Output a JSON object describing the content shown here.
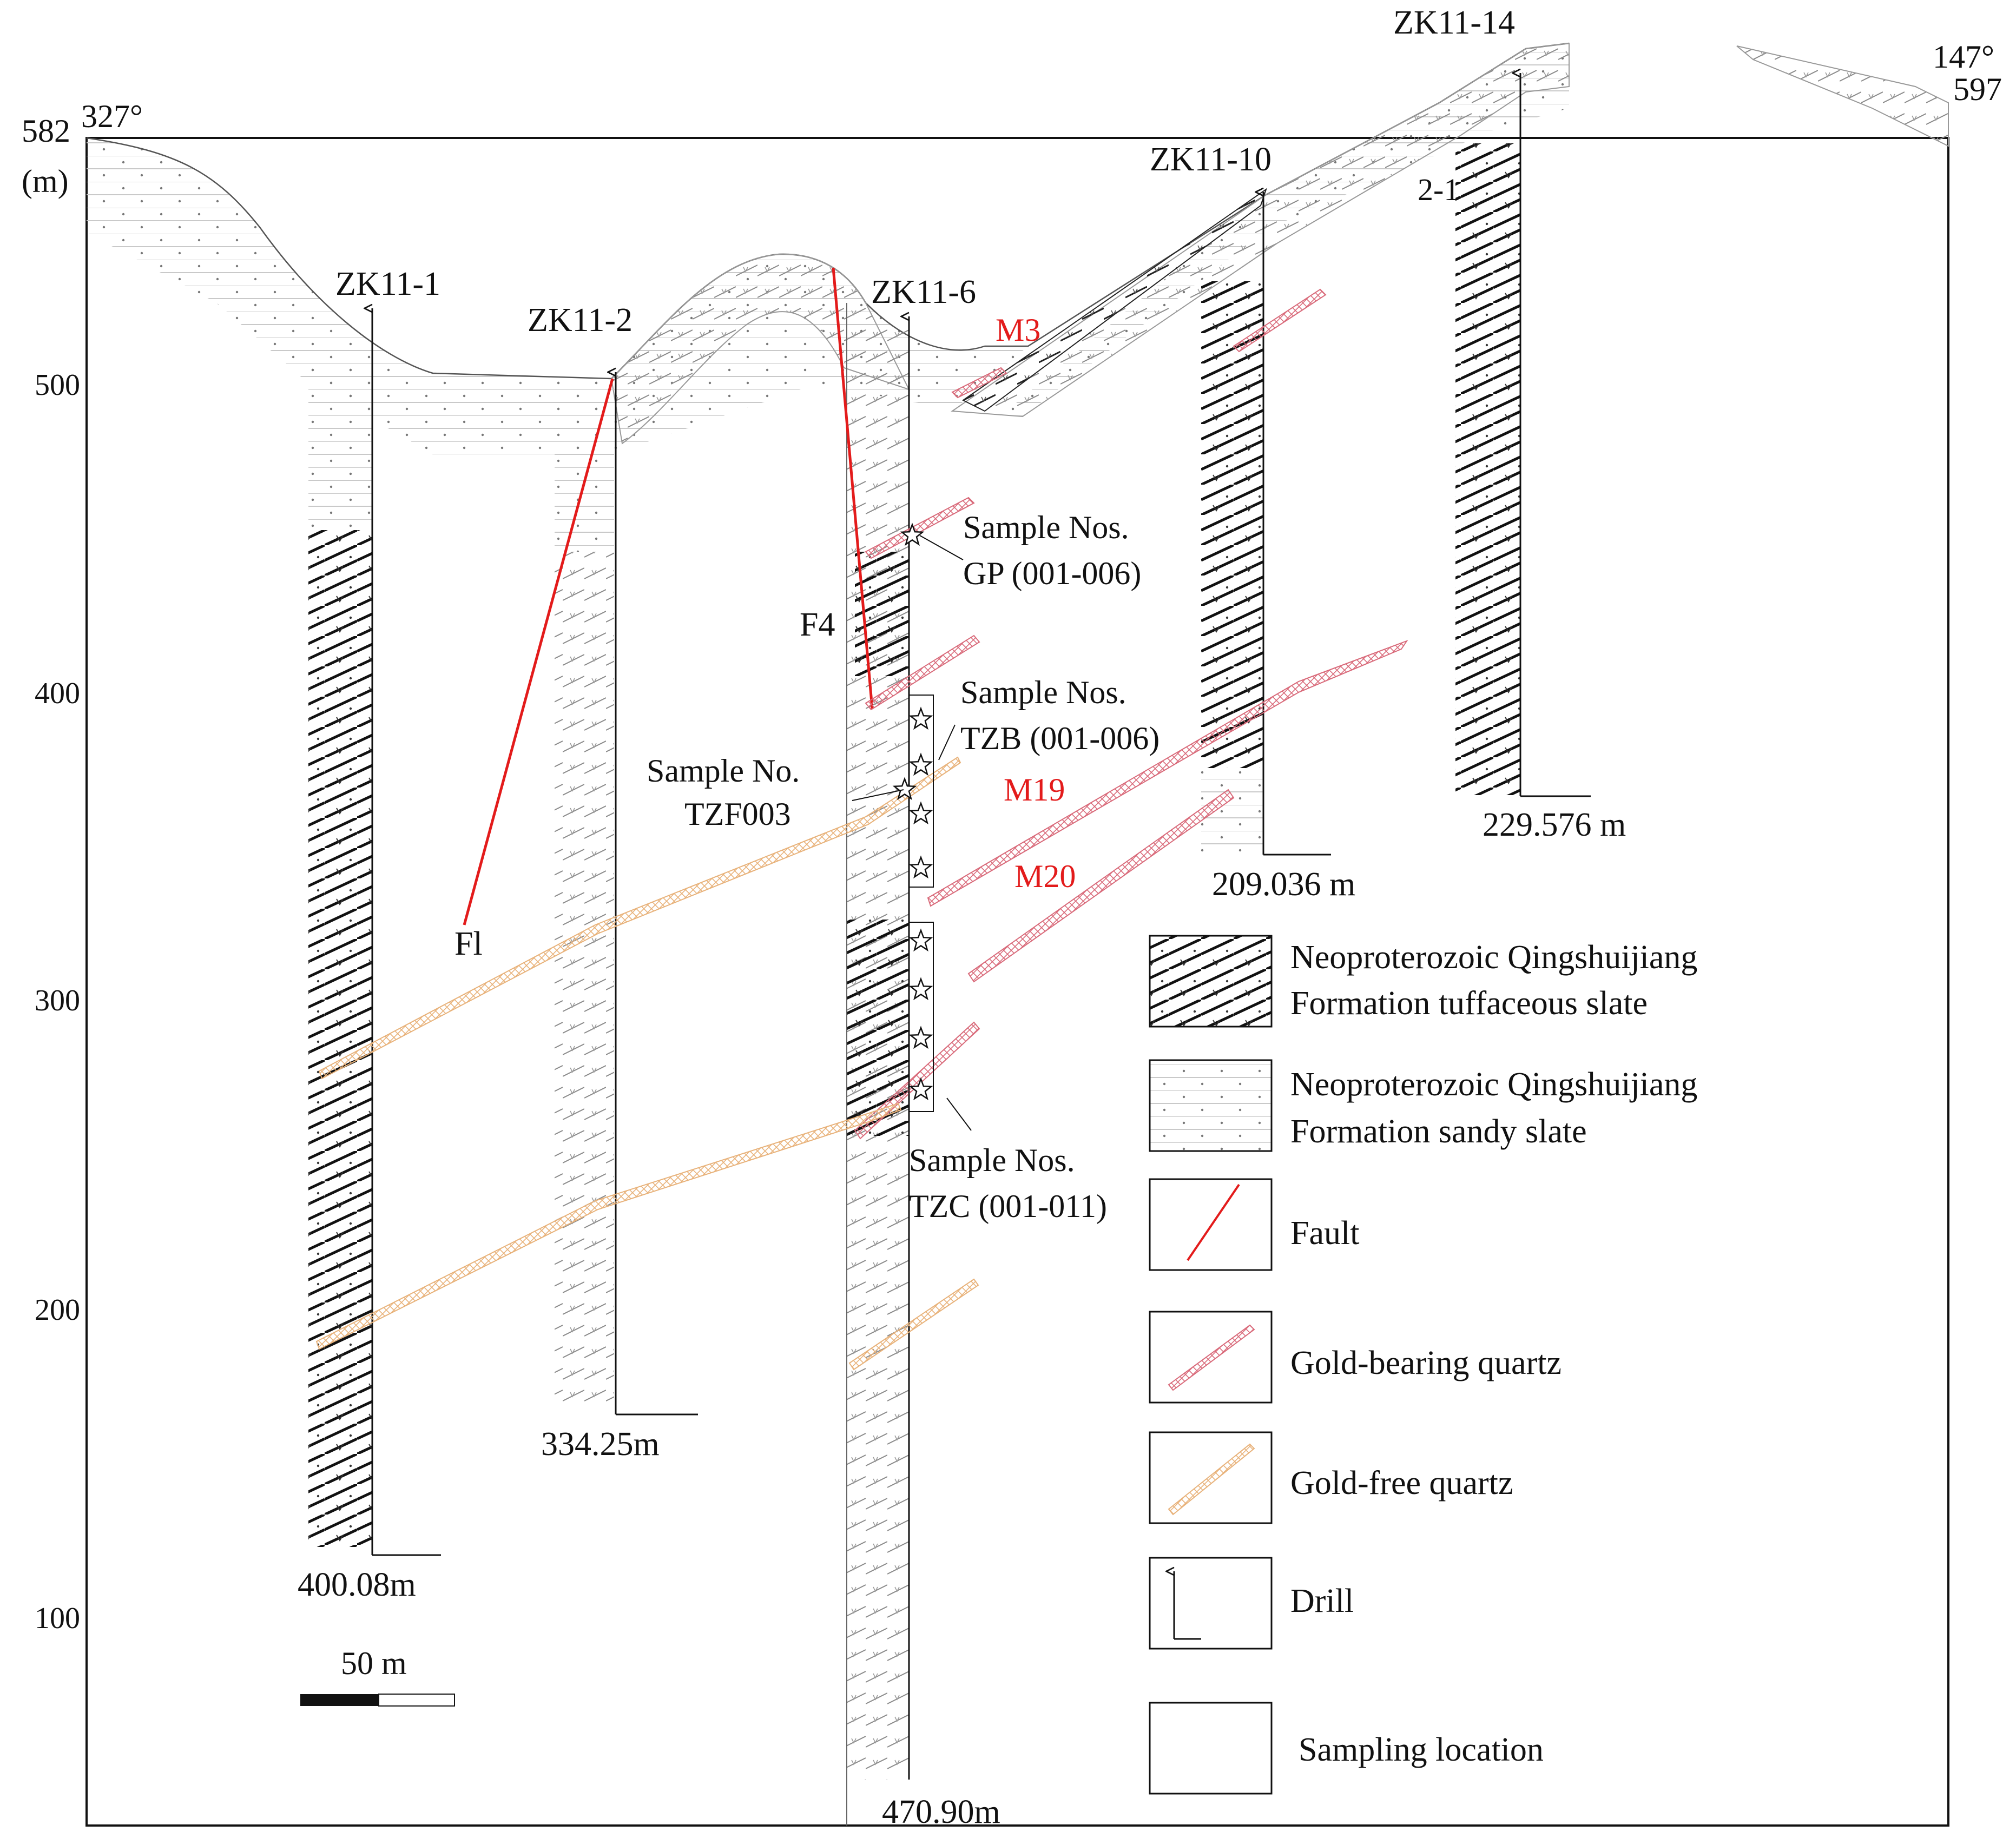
{
  "header": {
    "left_elevation": "582",
    "left_unit": "(m)",
    "left_azimuth": "327°",
    "right_azimuth": "147°",
    "right_elevation": "597"
  },
  "y_axis": {
    "ticks": [
      "500",
      "400",
      "300",
      "200",
      "100"
    ]
  },
  "drills": [
    {
      "name": "ZK11-1",
      "depth": "400.08m"
    },
    {
      "name": "ZK11-2",
      "depth": "334.25m"
    },
    {
      "name": "ZK11-6",
      "depth": "470.90m"
    },
    {
      "name": "ZK11-10",
      "depth": "209.036 m"
    },
    {
      "name": "ZK11-14",
      "depth": "229.576 m"
    }
  ],
  "faults": {
    "f1": "Fl",
    "f4": "F4"
  },
  "ore_bodies": {
    "m3": "M3",
    "m19": "M19",
    "m20": "M20",
    "label_2_1": "2-1"
  },
  "samples": {
    "gp": {
      "line1": "Sample Nos.",
      "line2": "GP (001-006)"
    },
    "tzb": {
      "line1": "Sample Nos.",
      "line2": "TZB (001-006)"
    },
    "tzf": {
      "line1": "Sample No.",
      "line2": "TZF003"
    },
    "tzc": {
      "line1": "Sample Nos.",
      "line2": "TZC (001-011)"
    }
  },
  "scale_bar": {
    "label": "50 m"
  },
  "legend": [
    {
      "line1": "Neoproterozoic Qingshuijiang",
      "line2": "Formation tuffaceous slate"
    },
    {
      "line1": "Neoproterozoic Qingshuijiang",
      "line2": "Formation sandy slate"
    },
    {
      "line1": "Fault",
      "line2": ""
    },
    {
      "line1": "Gold-bearing quartz",
      "line2": ""
    },
    {
      "line1": "Gold-free quartz",
      "line2": ""
    },
    {
      "line1": "Drill",
      "line2": ""
    },
    {
      "line1": "Sampling location",
      "line2": ""
    }
  ],
  "colors": {
    "fault": "#e31b1b",
    "gold_bearing": "#d96a7a",
    "gold_free": "#e8b27a",
    "ink": "#111111"
  }
}
